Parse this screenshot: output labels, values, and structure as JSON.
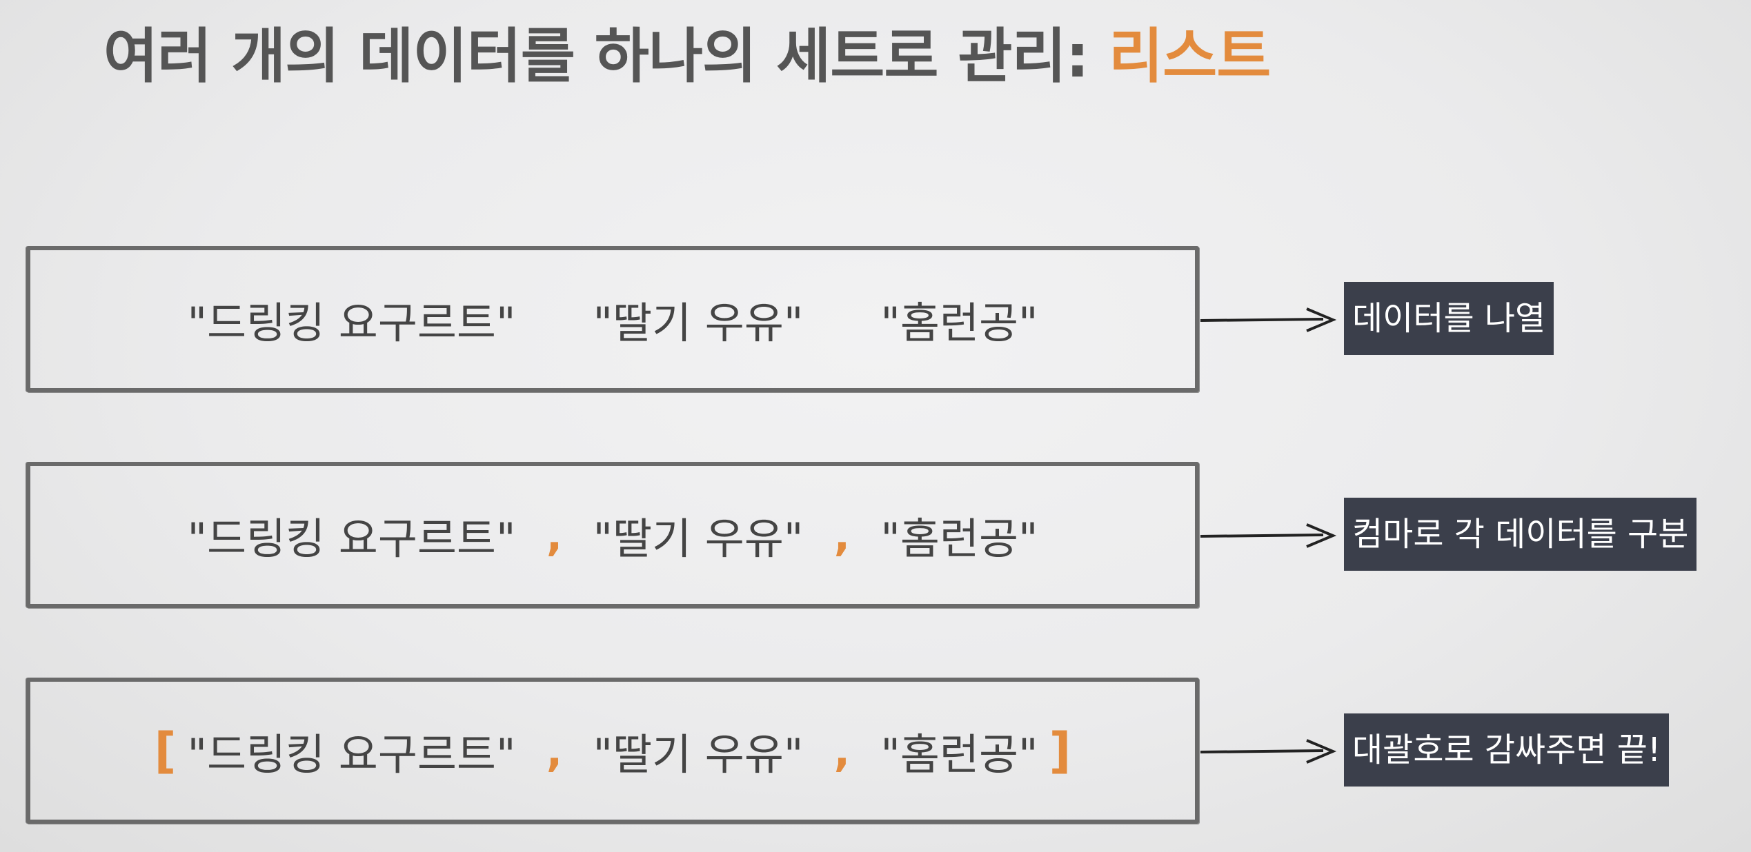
{
  "title": {
    "main": "여러 개의 데이터를 하나의 세트로 관리: ",
    "accent": "리스트"
  },
  "items": [
    "\"드링킹  요구르트\"",
    "\"딸기  우유\"",
    "\"홈런공\""
  ],
  "separator": ",",
  "brackets": {
    "open": "[",
    "close": "]"
  },
  "rows": [
    {
      "label": "데이터를 나열"
    },
    {
      "label": "컴마로 각 데이터를 구분"
    },
    {
      "label": "대괄호로 감싸주면 끝!"
    }
  ],
  "colors": {
    "accent": "#e38b3d",
    "label_bg": "#3b3f4b",
    "text": "#444444",
    "title": "#555555"
  }
}
